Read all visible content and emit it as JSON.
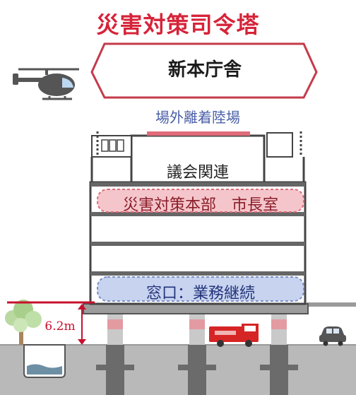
{
  "title": "災害対策司令塔",
  "building_name": "新本庁舎",
  "heliport_label": "場外離着陸場",
  "council_label": "議会関連",
  "disaster_hq_label": "災害対策本部　市長室",
  "service_label": "窓口：業務継続",
  "flood_height_label": "6.2m",
  "colors": {
    "title_red": "#d6243a",
    "heliport_blue": "#4a5fa8",
    "disaster_band": "#f4c6cb",
    "service_band": "#c7d3ef",
    "ground": "#b7b7b7",
    "flood_line": "#c8102e"
  },
  "icons": [
    "helicopter-icon",
    "fire-truck-icon",
    "car-icon",
    "tree-icon"
  ]
}
